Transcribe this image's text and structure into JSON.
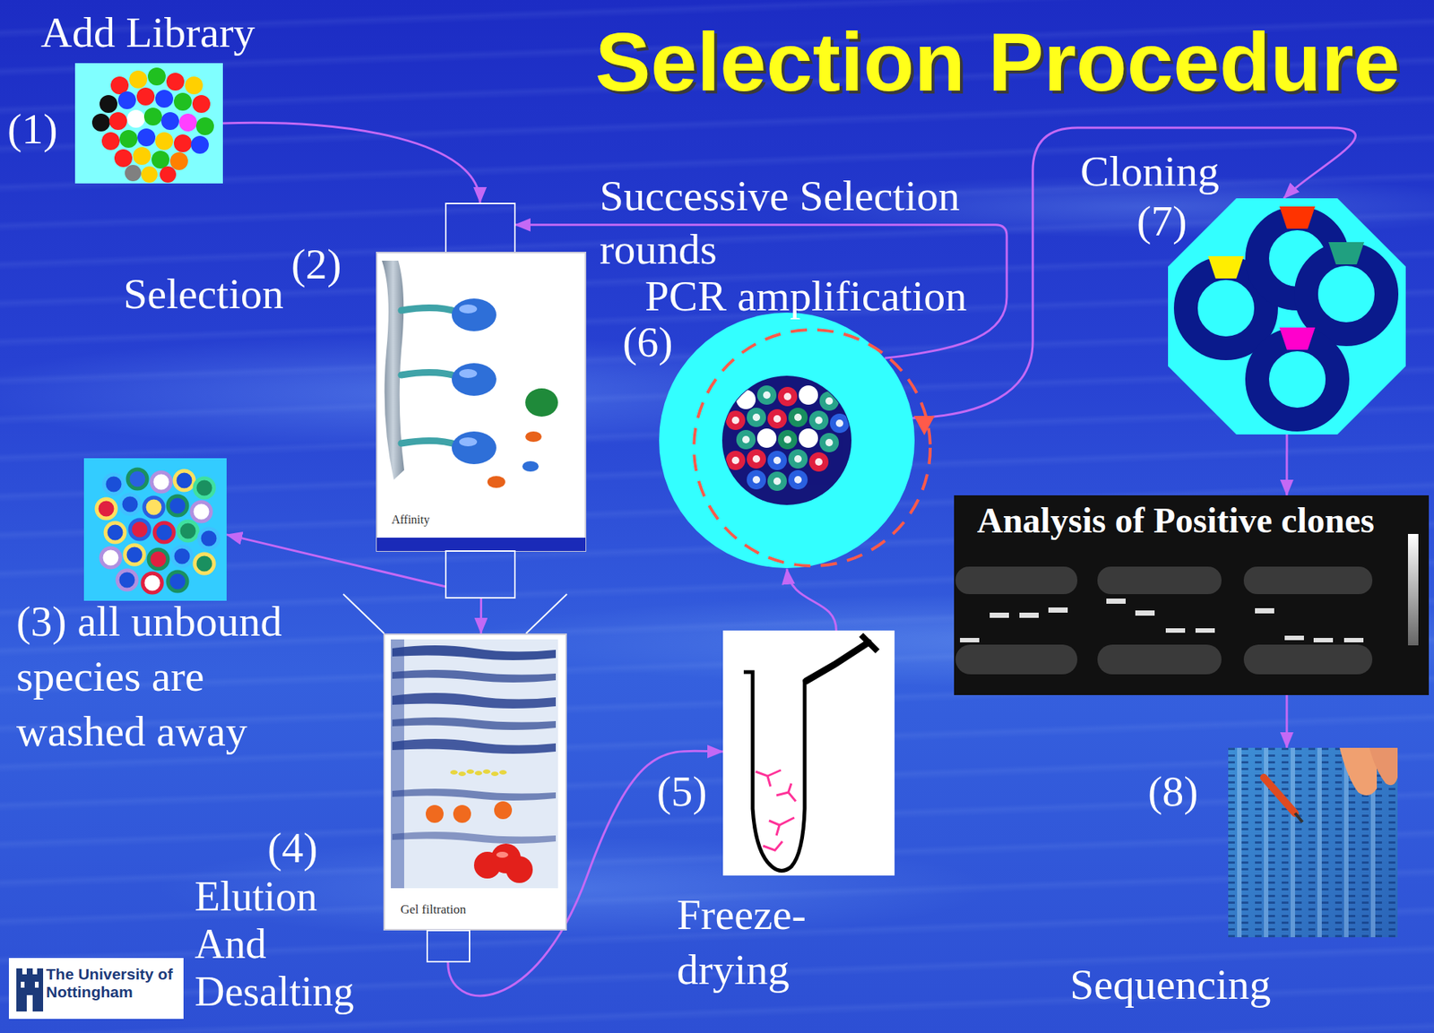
{
  "diagram": {
    "title": "Selection Procedure",
    "nodes": [
      {
        "text": [
          "Add Library"
        ]
      },
      {
        "text": [
          "Selection",
          "Affinity"
        ]
      },
      {
        "text": [
          "(3) all unbound species are washed away"
        ]
      },
      {
        "text": [
          "Elution And Desalting",
          "Gel filtration"
        ]
      },
      {
        "text": [
          "Freeze- drying"
        ]
      },
      {
        "text": [
          "PCR amplification"
        ]
      },
      {
        "text": [
          "Cloning"
        ]
      },
      {
        "text": [
          "Analysis of Positive clones"
        ]
      },
      {
        "text": [
          "Sequencing"
        ]
      }
    ],
    "edges": [
      {
        "from": 0,
        "to": 1,
        "arrow": "to"
      },
      {
        "from": 1,
        "to": 2,
        "arrow": "to"
      },
      {
        "from": 1,
        "to": 3,
        "arrow": "to"
      },
      {
        "from": 3,
        "to": 4,
        "arrow": "to"
      },
      {
        "from": 4,
        "to": 5,
        "arrow": "to"
      },
      {
        "from": 5,
        "to": 1,
        "label": "Successive Selection rounds",
        "arrow": "to"
      },
      {
        "from": 5,
        "to": 6,
        "arrow": "to"
      },
      {
        "from": 6,
        "to": 7,
        "arrow": "to"
      },
      {
        "from": 7,
        "to": 8,
        "arrow": "to"
      }
    ],
    "labels": [
      "(1)",
      "(2)",
      "(4)",
      "(5)",
      "(6)",
      "(7)",
      "(8)",
      "The University of Nottingham"
    ]
  }
}
